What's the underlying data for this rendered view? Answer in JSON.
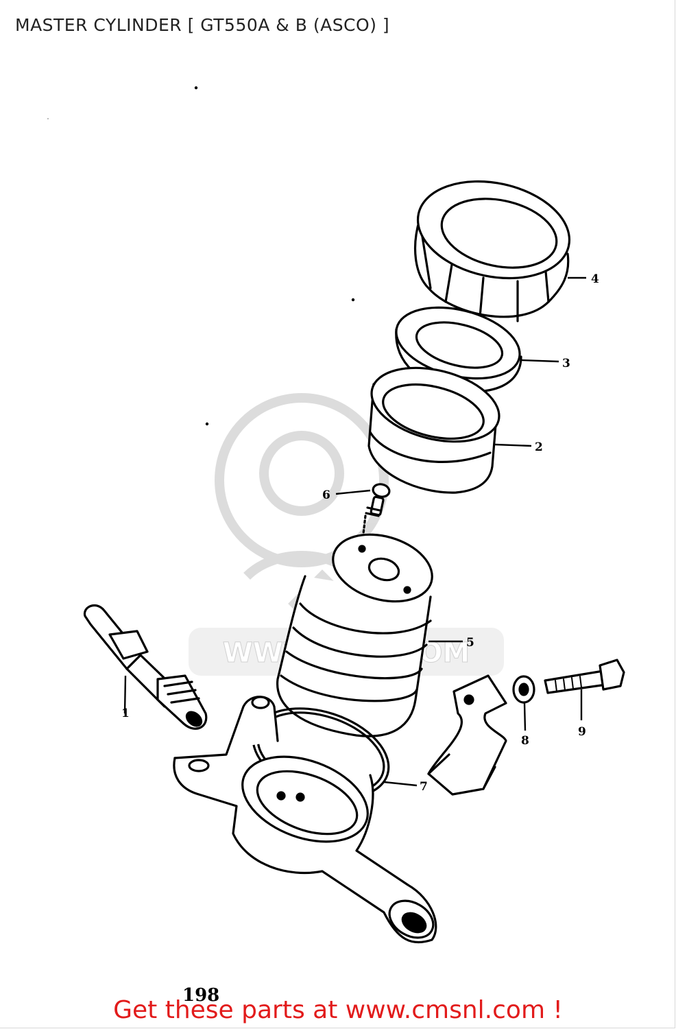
{
  "header": {
    "title": "MASTER CYLINDER [ GT550A & B (ASCO) ]"
  },
  "diagram": {
    "callouts": [
      {
        "id": "1",
        "text": "1"
      },
      {
        "id": "2",
        "text": "2"
      },
      {
        "id": "3",
        "text": "3"
      },
      {
        "id": "4",
        "text": "4"
      },
      {
        "id": "5",
        "text": "5"
      },
      {
        "id": "6",
        "text": "6"
      },
      {
        "id": "7",
        "text": "7"
      },
      {
        "id": "8",
        "text": "8"
      },
      {
        "id": "9",
        "text": "9"
      }
    ],
    "page_number": "198",
    "watermark_text": "WWW.CMS.COM"
  },
  "footer": {
    "link_text": "Get these parts at www.cmsnl.com !",
    "link_color": "#e21b1b"
  },
  "colors": {
    "line": "#000000",
    "watermark": "#d9d9d9",
    "background": "#ffffff"
  }
}
